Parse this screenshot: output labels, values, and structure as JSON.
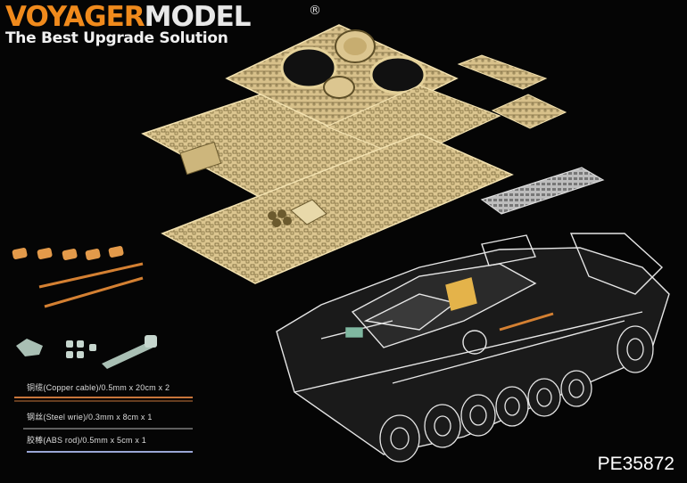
{
  "brand": {
    "name_part1": "VOYAGER",
    "name_part2": "MODEL",
    "registered_mark": "®",
    "tagline": "The Best Upgrade Solution",
    "accent_color": "#f08a1c",
    "text_color": "#e8e8e8"
  },
  "materials": [
    {
      "label": "铜缆(Copper cable)/0.5mm x 20cm x 2",
      "color": "#c8753a"
    },
    {
      "label": "钢丝(Steel wrie)/0.3mm x 8cm x 1",
      "color": "#b9b9b9"
    },
    {
      "label": "胶棒(ABS rod)/0.5mm x 5cm x 1",
      "color": "#9aa6d6"
    }
  ],
  "product_code": "PE35872",
  "colors": {
    "background": "#050505",
    "brass": "#d9c38a",
    "resin": "#e39a4a",
    "turned_metal": "#a9bfb4",
    "model_outline": "#e6e6e6"
  }
}
